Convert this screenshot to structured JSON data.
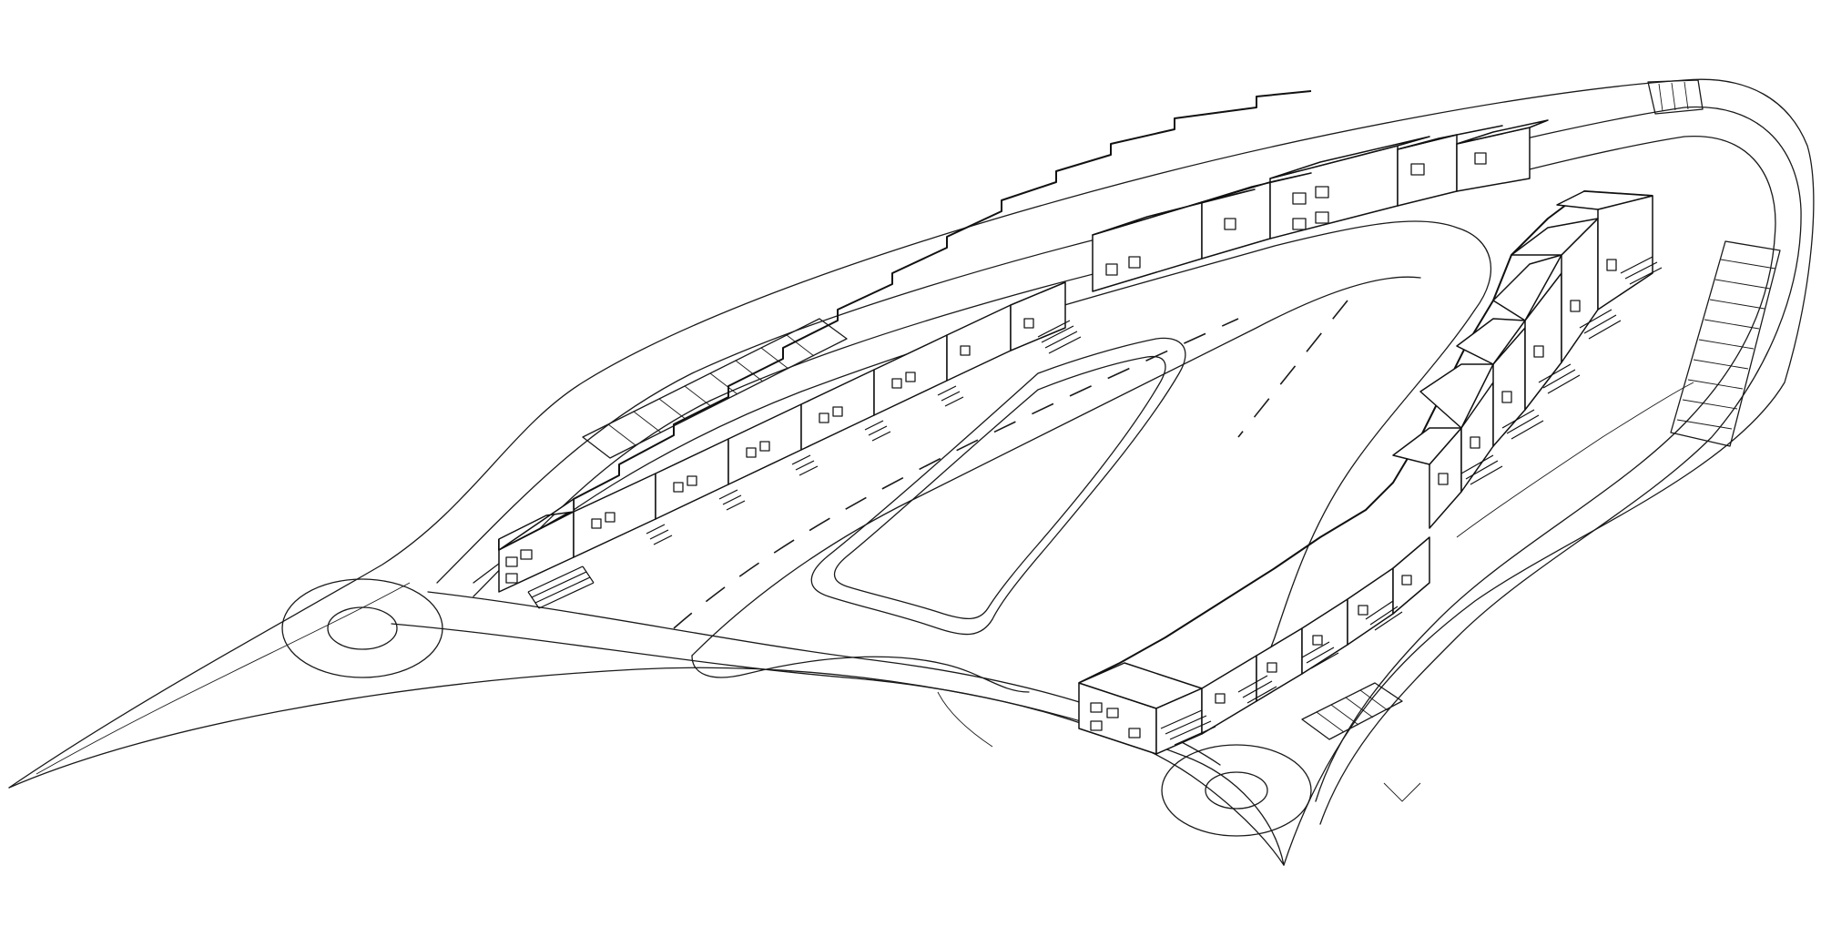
{
  "drawing": {
    "line_color": "#1a1a1a",
    "background_color": "#ffffff",
    "north_block_units": 18,
    "south_block_units": 14,
    "roundabouts": 2,
    "parking_areas": 4
  }
}
